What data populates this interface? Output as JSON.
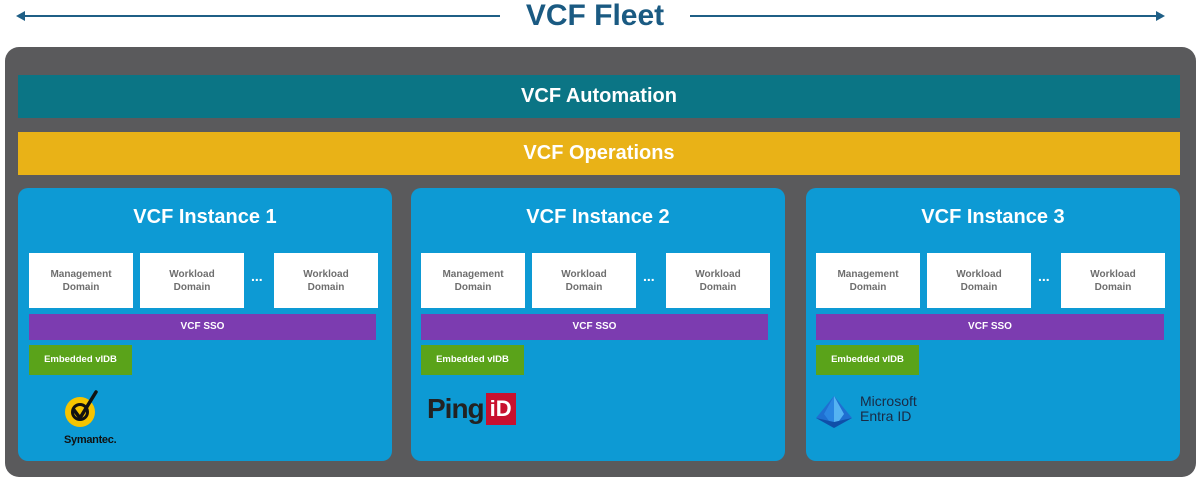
{
  "title": "VCF Fleet",
  "automation_label": "VCF Automation",
  "operations_label": "VCF Operations",
  "instances": [
    {
      "title": "VCF Instance 1",
      "domains": [
        "Management\nDomain",
        "Workload\nDomain",
        "Workload\nDomain"
      ],
      "ellipsis": "...",
      "sso": "VCF SSO",
      "vidb": "Embedded vIDB",
      "logo": {
        "name": "symantec-logo",
        "text": "Symantec."
      }
    },
    {
      "title": "VCF Instance 2",
      "domains": [
        "Management\nDomain",
        "Workload\nDomain",
        "Workload\nDomain"
      ],
      "ellipsis": "...",
      "sso": "VCF SSO",
      "vidb": "Embedded vIDB",
      "logo": {
        "name": "pingid-logo",
        "text": "Ping",
        "badge": "iD"
      }
    },
    {
      "title": "VCF Instance 3",
      "domains": [
        "Management\nDomain",
        "Workload\nDomain",
        "Workload\nDomain"
      ],
      "ellipsis": "...",
      "sso": "VCF SSO",
      "vidb": "Embedded vIDB",
      "logo": {
        "name": "microsoft-entra-id-logo",
        "text": "Microsoft\nEntra ID"
      }
    }
  ],
  "colors": {
    "title": "#1a5a82",
    "frame": "#5a5a5c",
    "automation": "#0b7585",
    "operations": "#e9b217",
    "instance": "#0d9ad4",
    "sso": "#7c3cb0",
    "vidb": "#5aa31a"
  }
}
